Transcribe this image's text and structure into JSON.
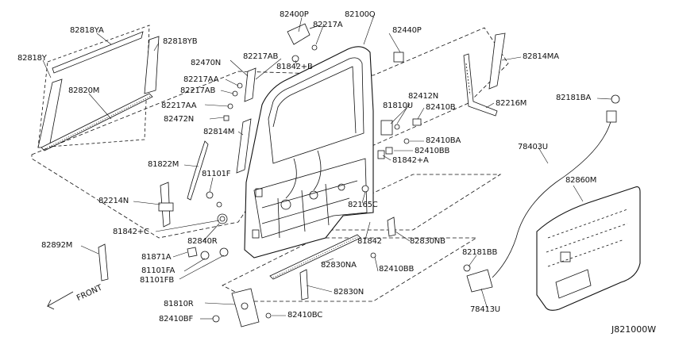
{
  "diagram": {
    "reference": "J821000W",
    "direction_label": "FRONT",
    "parts": [
      {
        "id": "p82818ya",
        "label": "82818YA"
      },
      {
        "id": "p82818yb",
        "label": "82818YB"
      },
      {
        "id": "p82818y",
        "label": "82818Y"
      },
      {
        "id": "p82820m",
        "label": "82820M"
      },
      {
        "id": "p82400p",
        "label": "82400P"
      },
      {
        "id": "p82217a",
        "label": "82217A"
      },
      {
        "id": "p82100q",
        "label": "82100Q"
      },
      {
        "id": "p82440p",
        "label": "82440P"
      },
      {
        "id": "p82814ma",
        "label": "82814MA"
      },
      {
        "id": "p82470n",
        "label": "82470N"
      },
      {
        "id": "p82217ab_top",
        "label": "82217AB"
      },
      {
        "id": "p81842b",
        "label": "81842+B"
      },
      {
        "id": "p82217aa_1",
        "label": "82217AA"
      },
      {
        "id": "p82217ab_2",
        "label": "82217AB"
      },
      {
        "id": "p82217aa_2",
        "label": "82217AA"
      },
      {
        "id": "p82472n",
        "label": "82472N"
      },
      {
        "id": "p82814m",
        "label": "82814M"
      },
      {
        "id": "p82412n",
        "label": "82412N"
      },
      {
        "id": "p81810u",
        "label": "81810U"
      },
      {
        "id": "p82410b",
        "label": "82410B"
      },
      {
        "id": "p82216m",
        "label": "82216M"
      },
      {
        "id": "p82181ba",
        "label": "82181BA"
      },
      {
        "id": "p82410ba",
        "label": "82410BA"
      },
      {
        "id": "p82410bb_1",
        "label": "82410BB"
      },
      {
        "id": "p81842a",
        "label": "81842+A"
      },
      {
        "id": "p78403u",
        "label": "78403U"
      },
      {
        "id": "p81822m",
        "label": "81822M"
      },
      {
        "id": "p81101f",
        "label": "81101F"
      },
      {
        "id": "p82860m",
        "label": "82860M"
      },
      {
        "id": "p82214n",
        "label": "82214N"
      },
      {
        "id": "p82165c",
        "label": "82165C"
      },
      {
        "id": "p81842c",
        "label": "81842+C"
      },
      {
        "id": "p82840r",
        "label": "82840R"
      },
      {
        "id": "p81842",
        "label": "81842"
      },
      {
        "id": "p82830nb",
        "label": "82830NB"
      },
      {
        "id": "p82892m",
        "label": "82892M"
      },
      {
        "id": "p81871a",
        "label": "81871A"
      },
      {
        "id": "p82181bb",
        "label": "82181BB"
      },
      {
        "id": "p81101fa",
        "label": "81101FA"
      },
      {
        "id": "p82830na",
        "label": "82830NA"
      },
      {
        "id": "p82410bb_2",
        "label": "82410BB"
      },
      {
        "id": "p81101fb",
        "label": "81101FB"
      },
      {
        "id": "p82830n",
        "label": "82830N"
      },
      {
        "id": "p78413u",
        "label": "78413U"
      },
      {
        "id": "p81810r",
        "label": "81810R"
      },
      {
        "id": "p82410bf",
        "label": "82410BF"
      },
      {
        "id": "p82410bc",
        "label": "82410BC"
      }
    ]
  }
}
